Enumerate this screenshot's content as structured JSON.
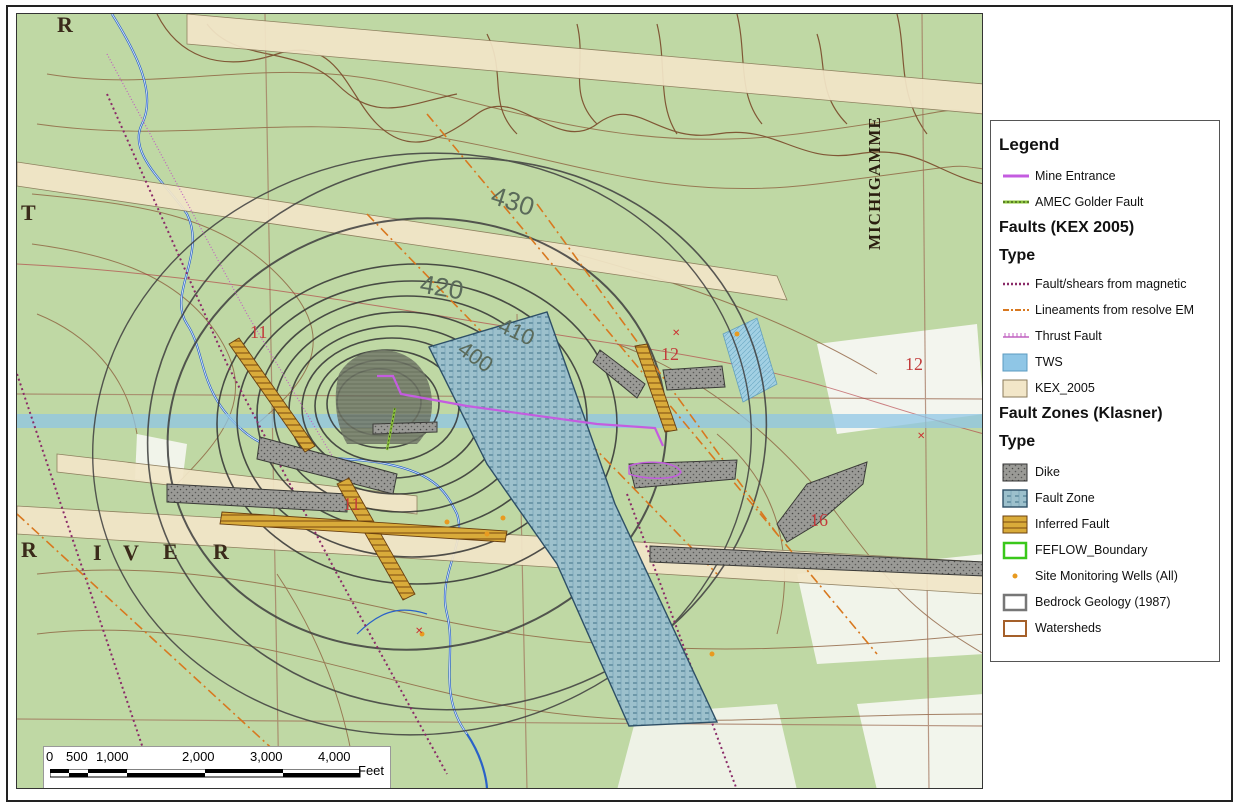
{
  "map": {
    "township_labels": [
      "R",
      "T",
      "R",
      "I",
      "V",
      "E",
      "R"
    ],
    "place_label": "MICHIGAMME",
    "contour_labels": [
      "430",
      "420",
      "410",
      "400"
    ],
    "colors": {
      "base": "#bfd8a4",
      "contour": "#8a5a38",
      "drawdown": "#444444",
      "river": "#2a62c8",
      "kex": "#f2e6c8",
      "fault_zone": "#8fb7c7",
      "dike": "#8a8a86",
      "inferred": "#c79a2a",
      "tws": "#8fc6e6",
      "mine": "#c45ce0",
      "thrust": "#c060c0",
      "magnetic": "#8a2b68",
      "lineament": "#d8781f"
    }
  },
  "scalebar": {
    "ticks": [
      "0",
      "500",
      "1,000",
      "2,000",
      "3,000",
      "4,000"
    ],
    "unit": "Feet"
  },
  "legend": {
    "title": "Legend",
    "items_top": [
      {
        "label": "Mine Entrance",
        "icon": "line-violet"
      },
      {
        "label": "AMEC Golder Fault",
        "icon": "line-green-dashed"
      }
    ],
    "faults_kex_heading": "Faults (KEX 2005)",
    "type_heading_1": "Type",
    "items_kex": [
      {
        "label": "Fault/shears from magnetic",
        "icon": "dotted-maroon"
      },
      {
        "label": "Lineaments from resolve EM",
        "icon": "dashdot-orange"
      },
      {
        "label": "Thrust Fault",
        "icon": "tick-magenta"
      },
      {
        "label": "TWS",
        "icon": "fill-lightblue"
      },
      {
        "label": "KEX_2005",
        "icon": "fill-beige"
      }
    ],
    "fault_zones_heading": "Fault Zones (Klasner)",
    "type_heading_2": "Type",
    "items_zones": [
      {
        "label": "Dike",
        "icon": "fill-gray-stipple"
      },
      {
        "label": "Fault Zone",
        "icon": "fill-blue-hatch"
      },
      {
        "label": "Inferred Fault",
        "icon": "fill-orange-hatch"
      },
      {
        "label": "FEFLOW_Boundary",
        "icon": "outline-green"
      },
      {
        "label": "Site Monitoring Wells (All)",
        "icon": "dot-orange"
      },
      {
        "label": "Bedrock Geology (1987)",
        "icon": "outline-gray"
      },
      {
        "label": "Watersheds",
        "icon": "outline-brown"
      }
    ]
  }
}
